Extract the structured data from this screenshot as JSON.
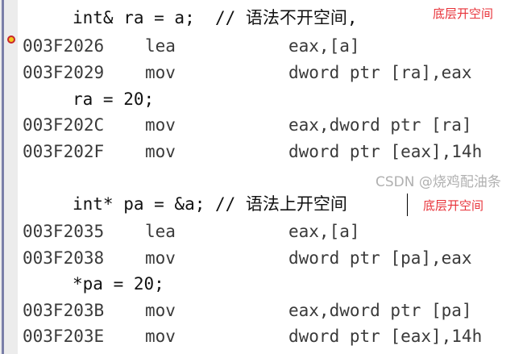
{
  "blocks": [
    {
      "source": "int& ra = a;  // 语法不开空间,",
      "note": "底层开空间"
    },
    {
      "source": "int* pa = &a; // 语法上开空间",
      "note": "底层开空间"
    }
  ],
  "lines": [
    {
      "type": "src",
      "text": "int& ra = a;  // 语法不开空间,"
    },
    {
      "type": "asm",
      "addr": "003F2026",
      "mn": "lea",
      "op": "eax,[a]"
    },
    {
      "type": "asm",
      "addr": "003F2029",
      "mn": "mov",
      "op": "dword ptr [ra],eax"
    },
    {
      "type": "src",
      "text": "ra = 20;"
    },
    {
      "type": "asm",
      "addr": "003F202C",
      "mn": "mov",
      "op": "eax,dword ptr [ra]"
    },
    {
      "type": "asm",
      "addr": "003F202F",
      "mn": "mov",
      "op": "dword ptr [eax],14h"
    },
    {
      "type": "blank"
    },
    {
      "type": "src",
      "text": "int* pa = &a; // 语法上开空间"
    },
    {
      "type": "asm",
      "addr": "003F2035",
      "mn": "lea",
      "op": "eax,[a]"
    },
    {
      "type": "asm",
      "addr": "003F2038",
      "mn": "mov",
      "op": "dword ptr [pa],eax"
    },
    {
      "type": "src",
      "text": "*pa = 20;"
    },
    {
      "type": "asm",
      "addr": "003F203B",
      "mn": "mov",
      "op": "eax,dword ptr [pa]"
    },
    {
      "type": "asm",
      "addr": "003F203E",
      "mn": "mov",
      "op": "dword ptr [eax],14h"
    }
  ],
  "watermark": "CSDN @烧鸡配油条",
  "icons": {
    "breakpoint": "current-instruction-arrow-icon"
  },
  "colors": {
    "note": "#e8333a",
    "breakpoint": "#f2c81e"
  }
}
